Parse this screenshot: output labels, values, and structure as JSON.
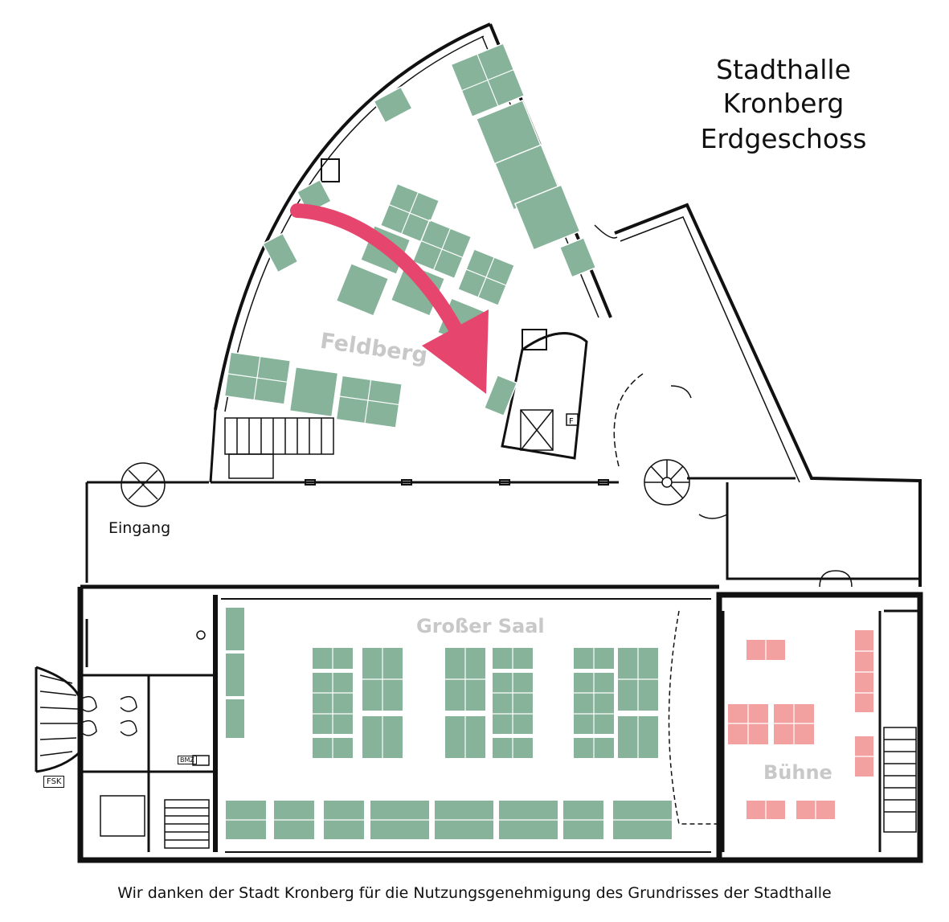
{
  "title": [
    "Stadthalle",
    "Kronberg",
    "Erdgeschoss"
  ],
  "rooms": {
    "feldberg": "Feldberg",
    "grosser_saal": "Großer Saal",
    "buehne": "Bühne",
    "eingang": "Eingang"
  },
  "symbols": {
    "fsk": "FSK",
    "bmz": "BMZ",
    "f": "F"
  },
  "credit": "Wir danken der Stadt Kronberg für die Nutzungsgenehmigung des Grundrisses der Stadthalle",
  "colors": {
    "table_green": "#86b39a",
    "stage_red": "#f2a0a0",
    "arrow": "#e6466e",
    "wall": "#111111",
    "label_grey": "#c8c8c8"
  },
  "icons": [
    "direction-arrow-icon",
    "stairs-icon",
    "spiral-stairs-icon",
    "elevator-icon",
    "door-swing-icon",
    "sink-icon"
  ]
}
